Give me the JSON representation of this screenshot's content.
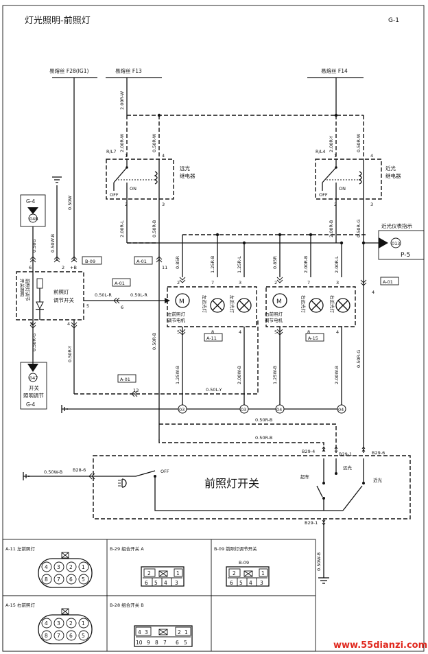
{
  "page": {
    "title": "灯光照明-前照灯",
    "code": "G-1",
    "watermark": "www.55dianzi.com"
  },
  "fuses": {
    "f28": "易熔丝 F28(IG1)",
    "f13": "易熔丝 F13",
    "f14": "易熔丝 F14"
  },
  "relays": {
    "left": {
      "id": "R/L7",
      "name1": "远光",
      "name2": "继电器",
      "off": "OFF",
      "on": "ON"
    },
    "right": {
      "id": "R/L4",
      "name1": "近光",
      "name2": "继电器",
      "off": "OFF",
      "on": "ON"
    }
  },
  "wires": {
    "w_200rw_a": "2.00R-W",
    "w_200rw_b": "2.00R-W",
    "w_050rw_a": "0.50R-W",
    "w_200ry": "2.00R-Y",
    "w_050rw_b": "0.50R-W",
    "w_200rl": "2.00R-L",
    "w_050rb_a": "0.50R-B",
    "w_200rb": "2.00R-B",
    "w_050rg_a": "0.50R-G",
    "w_050w": "0.50W",
    "w_050g": "0.50G",
    "w_050wb_a": "0.50W-B",
    "w_085r_a": "0.85R",
    "w_125rb": "1.25R-B",
    "w_125rl": "1.25R-L",
    "w_085r_b": "0.85R",
    "w_200rb_b": "2.00R-B",
    "w_200rl_b": "2.00R-L",
    "w_050lr_a": "0.50L-R",
    "w_050lr_b": "0.50L-R",
    "w_050rg_b": "0.50R-G",
    "w_050ry": "0.50R-Y",
    "w_050rb_b": "0.50R-B",
    "w_125wb_a": "1.25W-B",
    "w_200wb_a": "2.00W-B",
    "w_125wb_b": "1.25W-B",
    "w_200wb_b": "2.00W-B",
    "w_050rg_c": "0.50R-G",
    "w_050ly": "0.50L-Y",
    "w_050rb_c": "0.50R-B",
    "w_050rb_d": "0.50R-B",
    "w_050wb_b": "0.50W-B",
    "w_050wb_c": "0.50W-B"
  },
  "components": {
    "g4_top": {
      "label": "G-4",
      "circle": "04B"
    },
    "g4_bottom": {
      "circle": "047",
      "l1": "开关",
      "l2": "照明调节",
      "l3": "G-4"
    },
    "adj_switch": {
      "name1": "前照灯",
      "name2": "调节开关",
      "lamp1": "前照灯调节",
      "lamp2": "开关照明"
    },
    "left_motor": {
      "m": "M",
      "l1": "左前照灯",
      "l2": "调节电机"
    },
    "left_lamps": {
      "a1": "左远光灯",
      "a2": "左近光灯"
    },
    "right_motor": {
      "m": "M",
      "l1": "右前照灯",
      "l2": "调节电机"
    },
    "right_lamps": {
      "a1": "右远光灯",
      "a2": "右近光灯"
    },
    "indicator": {
      "title": "近光仪表指示",
      "circle": "013",
      "ref": "P-5"
    },
    "ground_points": [
      "03",
      "03",
      "04",
      "04"
    ]
  },
  "connectors": {
    "b09": "B-09",
    "a01_a": "A-01",
    "a01_b": "A-01",
    "a01_c": "A-01",
    "a01_d": "A-01",
    "a11": "A-11",
    "a15": "A-15",
    "b29_4": "B29-4",
    "b29_1": "B29-1",
    "b29_6": "B29-6",
    "b29_1b": "B29-1",
    "b28_6": "B28-6"
  },
  "pins": {
    "p1a": "1",
    "p4a": "4",
    "p2a": "2",
    "p3a": "3",
    "p1b": "1",
    "p4b": "4",
    "p2b": "2",
    "p3b": "3",
    "p6": "6",
    "p2c": "2",
    "pB": "+B",
    "p3c": "3",
    "p4c": "4",
    "p5": "5",
    "p6b": "6",
    "p11": "11",
    "p13": "13",
    "p4d": "4",
    "m2": "2",
    "m7": "7",
    "m3": "3",
    "m5": "5",
    "m8": "8",
    "m4": "4",
    "n2": "2",
    "n7": "7",
    "n3": "3",
    "n5": "5",
    "n8": "8",
    "n4": "4"
  },
  "headlamp_switch": {
    "title": "前照灯开关",
    "off": "OFF",
    "overtake": "超车",
    "high": "远光",
    "low": "近光"
  },
  "legend": {
    "a11": {
      "title": "A-11 左前照灯",
      "top": [
        "4",
        "3",
        "2",
        "1"
      ],
      "bottom": [
        "8",
        "7",
        "6",
        "5"
      ]
    },
    "a15": {
      "title": "A-15 右前照灯",
      "top": [
        "4",
        "3",
        "2",
        "1"
      ],
      "bottom": [
        "8",
        "7",
        "6",
        "5"
      ]
    },
    "b29": {
      "title": "B-29 组合开关 A",
      "top": [
        "2",
        "1"
      ],
      "bottom": [
        "6",
        "5",
        "4",
        "3"
      ]
    },
    "b28": {
      "title": "B-28 组合开关 B",
      "top": [
        "4",
        "3",
        "2",
        "1"
      ],
      "bottom": [
        "10",
        "9",
        "8",
        "7",
        "6",
        "5"
      ]
    },
    "b09": {
      "title": "B-09 前照灯调节开关",
      "tag": "B-09",
      "top": [
        "2",
        "1"
      ],
      "bottom": [
        "6",
        "5",
        "4",
        "3"
      ]
    }
  }
}
